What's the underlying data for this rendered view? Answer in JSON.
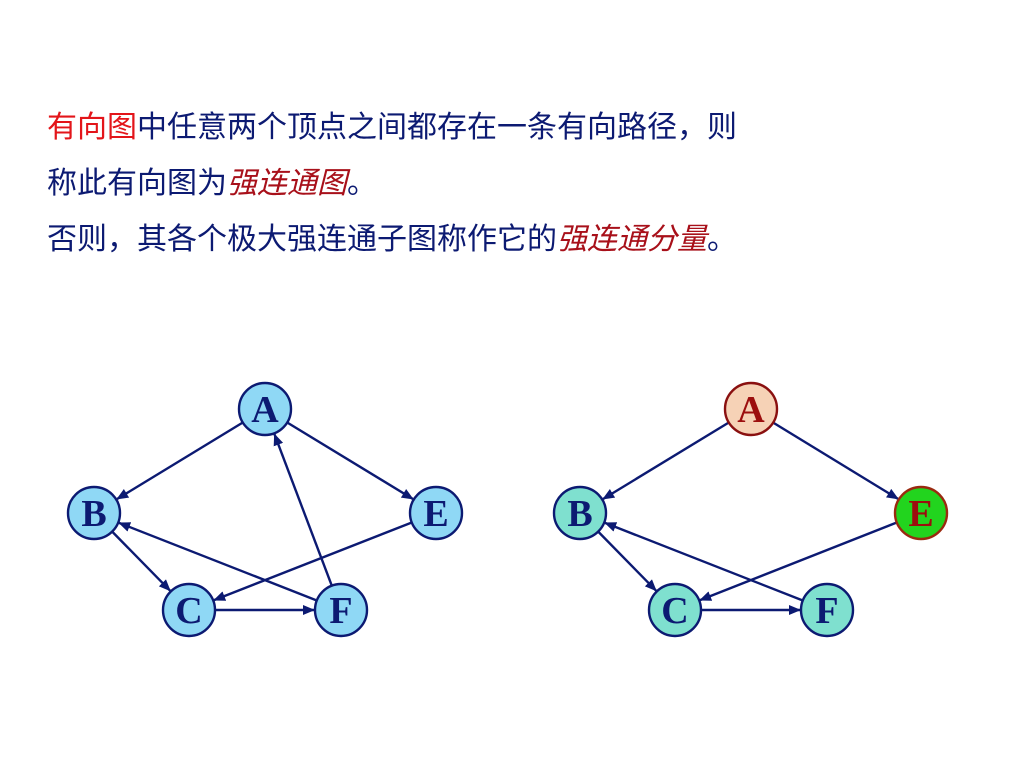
{
  "text": {
    "line1": {
      "term": "有向图",
      "rest": "中任意两个顶点之间都存在一条有向路径，则"
    },
    "line2": {
      "prefix": "称此有向图为",
      "term": "强连通图",
      "suffix": "。"
    },
    "line3": {
      "prefix": "否则，其各个极大强连通子图称作它的",
      "term": "强连通分量",
      "suffix": "。"
    }
  },
  "colors": {
    "text_main": "#0c1a72",
    "term_red": "#e3151a",
    "term_darkred": "#a8101a",
    "edge": "#0c1a72",
    "node_blue": "#8fd8f5",
    "node_teal": "#7fe0cf",
    "node_peach": "#f6d2b6",
    "node_green": "#22d41e",
    "label_blue": "#0c1a72",
    "label_red": "#9c0e0e",
    "border_blue": "#0c1a72",
    "border_red": "#8a1010",
    "border_green": "#9a2a10"
  },
  "graphs": [
    {
      "id": "left",
      "nodes": [
        {
          "id": "A",
          "label": "A",
          "fill": "node_blue",
          "text": "label_blue",
          "border": "border_blue"
        },
        {
          "id": "B",
          "label": "B",
          "fill": "node_blue",
          "text": "label_blue",
          "border": "border_blue"
        },
        {
          "id": "E",
          "label": "E",
          "fill": "node_blue",
          "text": "label_blue",
          "border": "border_blue"
        },
        {
          "id": "C",
          "label": "C",
          "fill": "node_blue",
          "text": "label_blue",
          "border": "border_blue"
        },
        {
          "id": "F",
          "label": "F",
          "fill": "node_blue",
          "text": "label_blue",
          "border": "border_blue"
        }
      ],
      "edges": [
        {
          "from": "A",
          "to": "B"
        },
        {
          "from": "A",
          "to": "E"
        },
        {
          "from": "B",
          "to": "C"
        },
        {
          "from": "C",
          "to": "F"
        },
        {
          "from": "F",
          "to": "A"
        },
        {
          "from": "F",
          "to": "B"
        },
        {
          "from": "E",
          "to": "C"
        }
      ]
    },
    {
      "id": "right",
      "nodes": [
        {
          "id": "A",
          "label": "A",
          "fill": "node_peach",
          "text": "label_red",
          "border": "border_red"
        },
        {
          "id": "B",
          "label": "B",
          "fill": "node_teal",
          "text": "label_blue",
          "border": "border_blue"
        },
        {
          "id": "E",
          "label": "E",
          "fill": "node_green",
          "text": "label_red",
          "border": "border_green"
        },
        {
          "id": "C",
          "label": "C",
          "fill": "node_teal",
          "text": "label_blue",
          "border": "border_blue"
        },
        {
          "id": "F",
          "label": "F",
          "fill": "node_teal",
          "text": "label_blue",
          "border": "border_blue"
        }
      ],
      "edges": [
        {
          "from": "A",
          "to": "B"
        },
        {
          "from": "A",
          "to": "E"
        },
        {
          "from": "B",
          "to": "C"
        },
        {
          "from": "C",
          "to": "F"
        },
        {
          "from": "F",
          "to": "B"
        },
        {
          "from": "E",
          "to": "C"
        }
      ]
    }
  ]
}
